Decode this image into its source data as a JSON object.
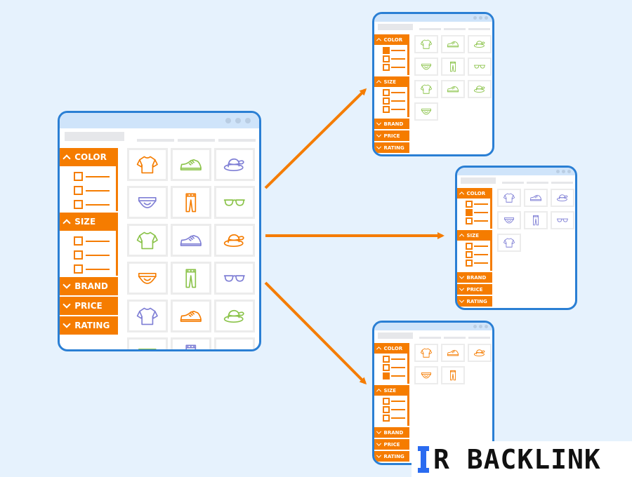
{
  "colors": {
    "background": "#e6f2fd",
    "window_border": "#2a7fd4",
    "filter_orange": "#f57c00",
    "icon_orange": "#f57c00",
    "icon_green": "#8bc34a",
    "icon_purple": "#7f7fd5",
    "arrow": "#f57c00"
  },
  "main_window": {
    "filters": [
      {
        "label": "COLOR",
        "expanded": true,
        "options": 3,
        "checked": []
      },
      {
        "label": "SIZE",
        "expanded": true,
        "options": 3,
        "checked": []
      },
      {
        "label": "BRAND",
        "expanded": false
      },
      {
        "label": "PRICE",
        "expanded": false
      },
      {
        "label": "RATING",
        "expanded": false
      }
    ],
    "products": [
      {
        "type": "tshirt",
        "color": "orange"
      },
      {
        "type": "shoe",
        "color": "green"
      },
      {
        "type": "hat",
        "color": "purple"
      },
      {
        "type": "briefs",
        "color": "purple"
      },
      {
        "type": "pants",
        "color": "orange"
      },
      {
        "type": "glasses",
        "color": "green"
      },
      {
        "type": "tshirt",
        "color": "green"
      },
      {
        "type": "shoe",
        "color": "purple"
      },
      {
        "type": "hat",
        "color": "orange"
      },
      {
        "type": "briefs",
        "color": "orange"
      },
      {
        "type": "pants",
        "color": "green"
      },
      {
        "type": "glasses",
        "color": "purple"
      },
      {
        "type": "tshirt",
        "color": "purple"
      },
      {
        "type": "shoe",
        "color": "orange"
      },
      {
        "type": "hat",
        "color": "green"
      },
      {
        "type": "briefs",
        "color": "green"
      },
      {
        "type": "pants",
        "color": "purple"
      },
      {
        "type": "glasses",
        "color": "orange"
      }
    ]
  },
  "filtered_windows": [
    {
      "name": "green",
      "checked_color_option": 1,
      "filters": [
        {
          "label": "COLOR",
          "expanded": true,
          "options": 3
        },
        {
          "label": "SIZE",
          "expanded": true,
          "options": 3
        },
        {
          "label": "BRAND",
          "expanded": false
        },
        {
          "label": "PRICE",
          "expanded": false
        },
        {
          "label": "RATING",
          "expanded": false
        }
      ],
      "products": [
        {
          "type": "tshirt",
          "color": "green"
        },
        {
          "type": "shoe",
          "color": "green"
        },
        {
          "type": "hat",
          "color": "green"
        },
        {
          "type": "briefs",
          "color": "green"
        },
        {
          "type": "pants",
          "color": "green"
        },
        {
          "type": "glasses",
          "color": "green"
        },
        {
          "type": "tshirt",
          "color": "green"
        },
        {
          "type": "shoe",
          "color": "green"
        },
        {
          "type": "hat",
          "color": "green"
        },
        {
          "type": "briefs",
          "color": "green"
        }
      ]
    },
    {
      "name": "purple",
      "checked_color_option": 2,
      "filters": [
        {
          "label": "COLOR",
          "expanded": true,
          "options": 3
        },
        {
          "label": "SIZE",
          "expanded": true,
          "options": 3
        },
        {
          "label": "BRAND",
          "expanded": false
        },
        {
          "label": "PRICE",
          "expanded": false
        },
        {
          "label": "RATING",
          "expanded": false
        }
      ],
      "products": [
        {
          "type": "tshirt",
          "color": "purple"
        },
        {
          "type": "shoe",
          "color": "purple"
        },
        {
          "type": "hat",
          "color": "purple"
        },
        {
          "type": "briefs",
          "color": "purple"
        },
        {
          "type": "pants",
          "color": "purple"
        },
        {
          "type": "glasses",
          "color": "purple"
        },
        {
          "type": "tshirt",
          "color": "purple"
        }
      ]
    },
    {
      "name": "orange",
      "checked_color_option": 3,
      "filters": [
        {
          "label": "COLOR",
          "expanded": true,
          "options": 3
        },
        {
          "label": "SIZE",
          "expanded": true,
          "options": 3
        },
        {
          "label": "BRAND",
          "expanded": false
        },
        {
          "label": "PRICE",
          "expanded": false
        },
        {
          "label": "RATING",
          "expanded": false
        }
      ],
      "products": [
        {
          "type": "tshirt",
          "color": "orange"
        },
        {
          "type": "shoe",
          "color": "orange"
        },
        {
          "type": "hat",
          "color": "orange"
        },
        {
          "type": "briefs",
          "color": "orange"
        },
        {
          "type": "pants",
          "color": "orange"
        }
      ]
    }
  ],
  "watermark": {
    "text": "R BACKLINK",
    "icon": "i-beam-logo-icon"
  }
}
